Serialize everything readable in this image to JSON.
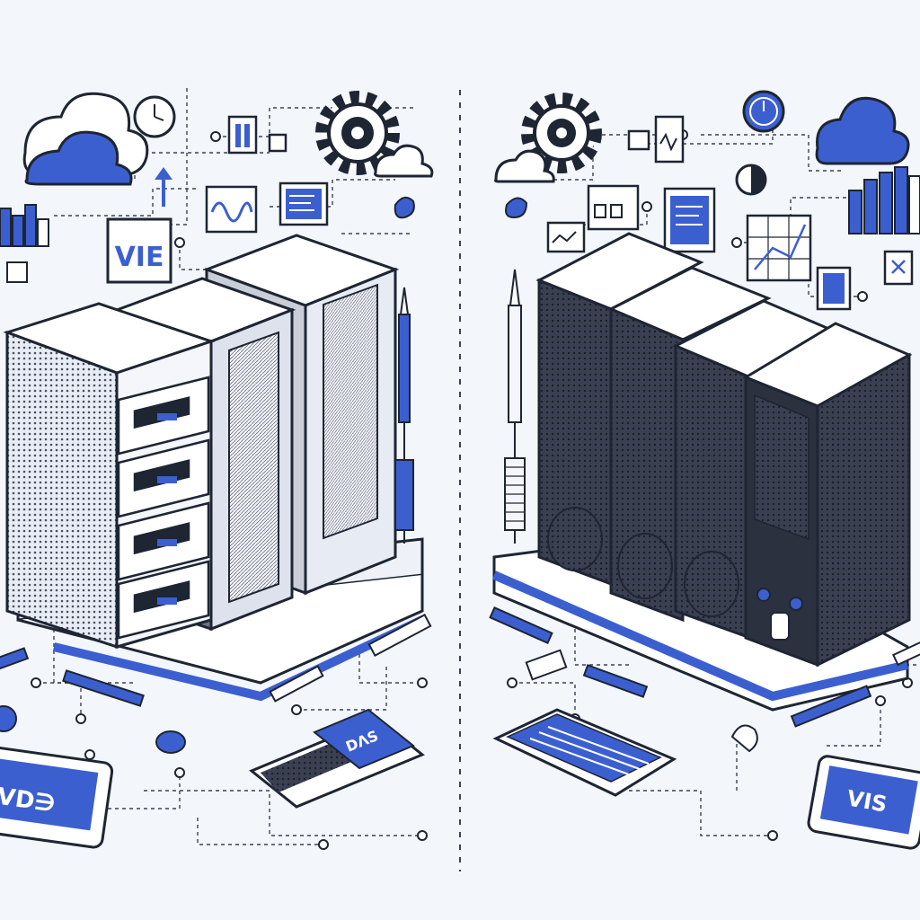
{
  "labels": {
    "left_panel": "VIE",
    "left_tablet": "VD∋",
    "left_phone": "DΛS",
    "right_tablet": "VIS"
  },
  "colors": {
    "background": "#f3f6fb",
    "ink": "#1e2533",
    "accent": "#3c5fd0",
    "accent_light": "#7d95e6",
    "panel_white": "#fbfcff",
    "dark_server": "#2c3140"
  },
  "icons": [
    "cloud-icon",
    "gear-icon",
    "clock-icon",
    "pencil-icon",
    "screwdriver-icon",
    "bar-chart-icon",
    "arrow-up-icon",
    "tablet-icon",
    "phone-icon",
    "server-rack-icon"
  ]
}
